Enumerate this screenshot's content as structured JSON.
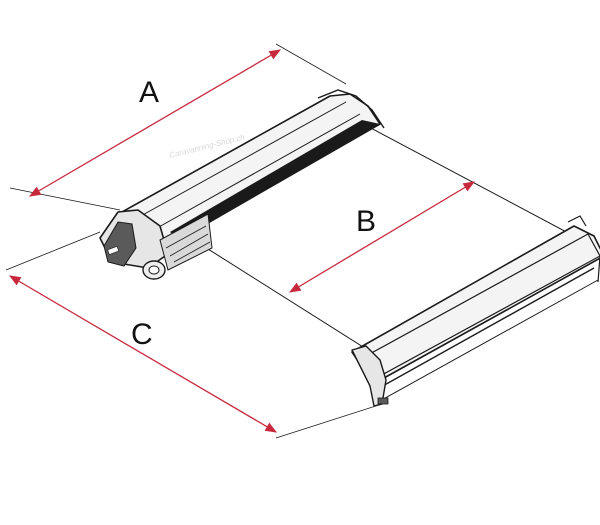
{
  "labels": {
    "a": "A",
    "b": "B",
    "c": "C"
  },
  "watermark": "Caravanning-Shop.ch",
  "colors": {
    "dimension_line": "#c8283c",
    "outline": "#1a1a1a",
    "housing_fill": "#f4f4f4",
    "housing_shade": "#d9d9d9",
    "fabric_fill": "#ffffff",
    "motor_fill": "#5a5a5a"
  },
  "icons": [
    "awning-cassette",
    "awning-front-bar",
    "awning-fabric",
    "crank-eye",
    "dimension-arrow"
  ]
}
